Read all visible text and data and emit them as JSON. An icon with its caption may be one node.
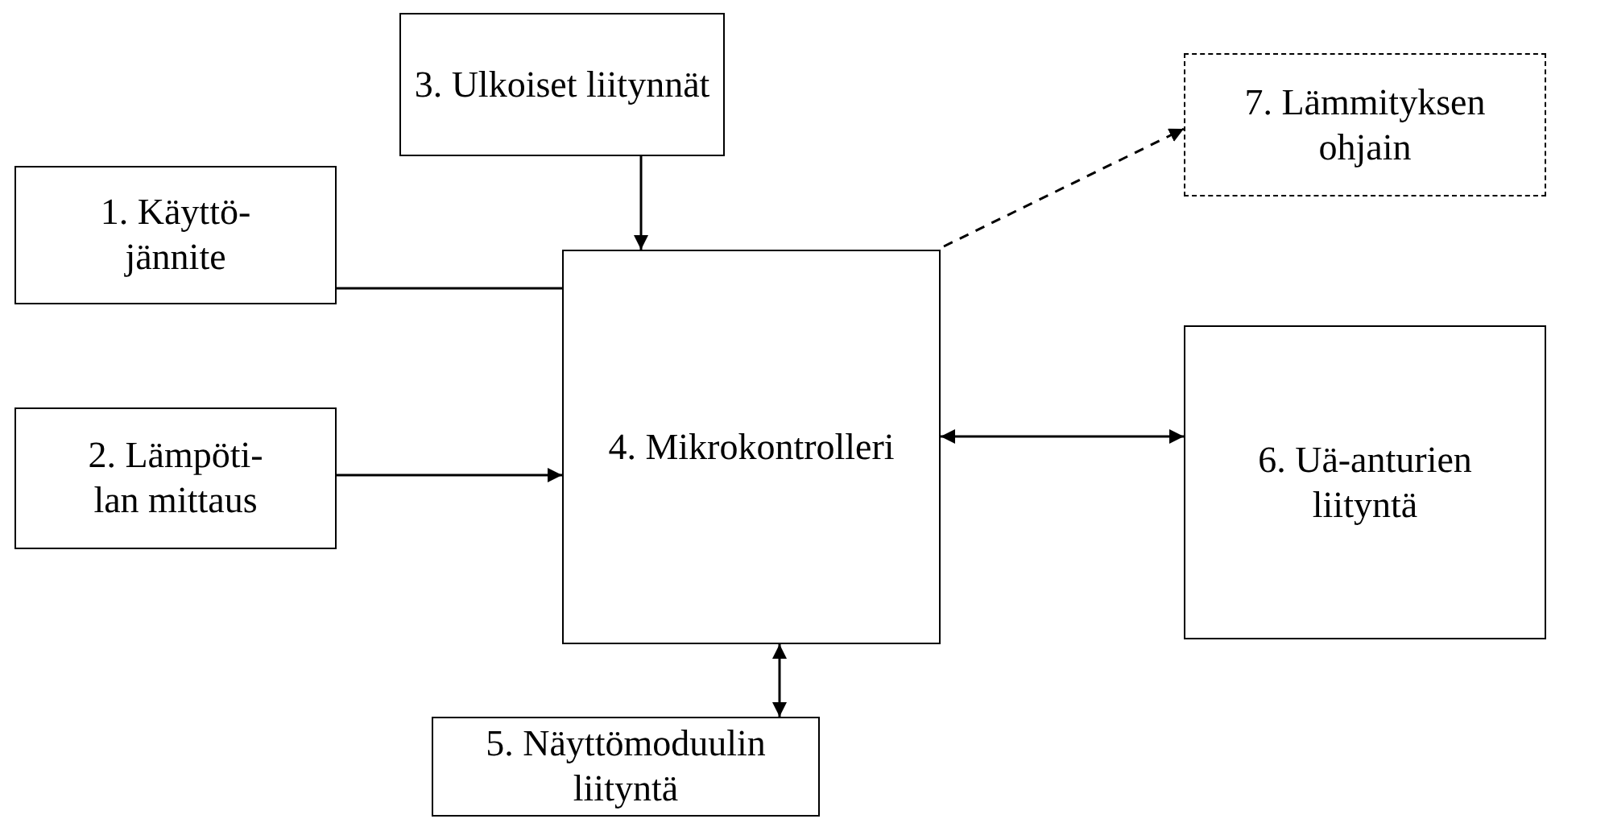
{
  "diagram": {
    "nodes": [
      {
        "text": [
          "1. Käyttö- jännite"
        ]
      },
      {
        "text": [
          "2. Lämpöti- lan mittaus"
        ]
      },
      {
        "text": [
          "3. Ulkoiset liitynnät"
        ]
      },
      {
        "text": [
          "4. Mikrokontrolleri"
        ]
      },
      {
        "text": [
          "5. Näyttömoduulin liityntä"
        ]
      },
      {
        "text": [
          "6. Uä-anturien liityntä"
        ]
      },
      {
        "text": [
          "7. Lämmityksen ohjain"
        ]
      }
    ],
    "edges": [
      {
        "from": 0,
        "to": 3,
        "arrow": "none"
      },
      {
        "from": 1,
        "to": 3,
        "arrow": "to"
      },
      {
        "from": 2,
        "to": 3,
        "arrow": "to"
      },
      {
        "from": 3,
        "to": 4,
        "arrow": "both"
      },
      {
        "from": 3,
        "to": 5,
        "arrow": "both"
      },
      {
        "from": 3,
        "to": 6,
        "arrow": "to",
        "style": "dashed"
      }
    ]
  }
}
